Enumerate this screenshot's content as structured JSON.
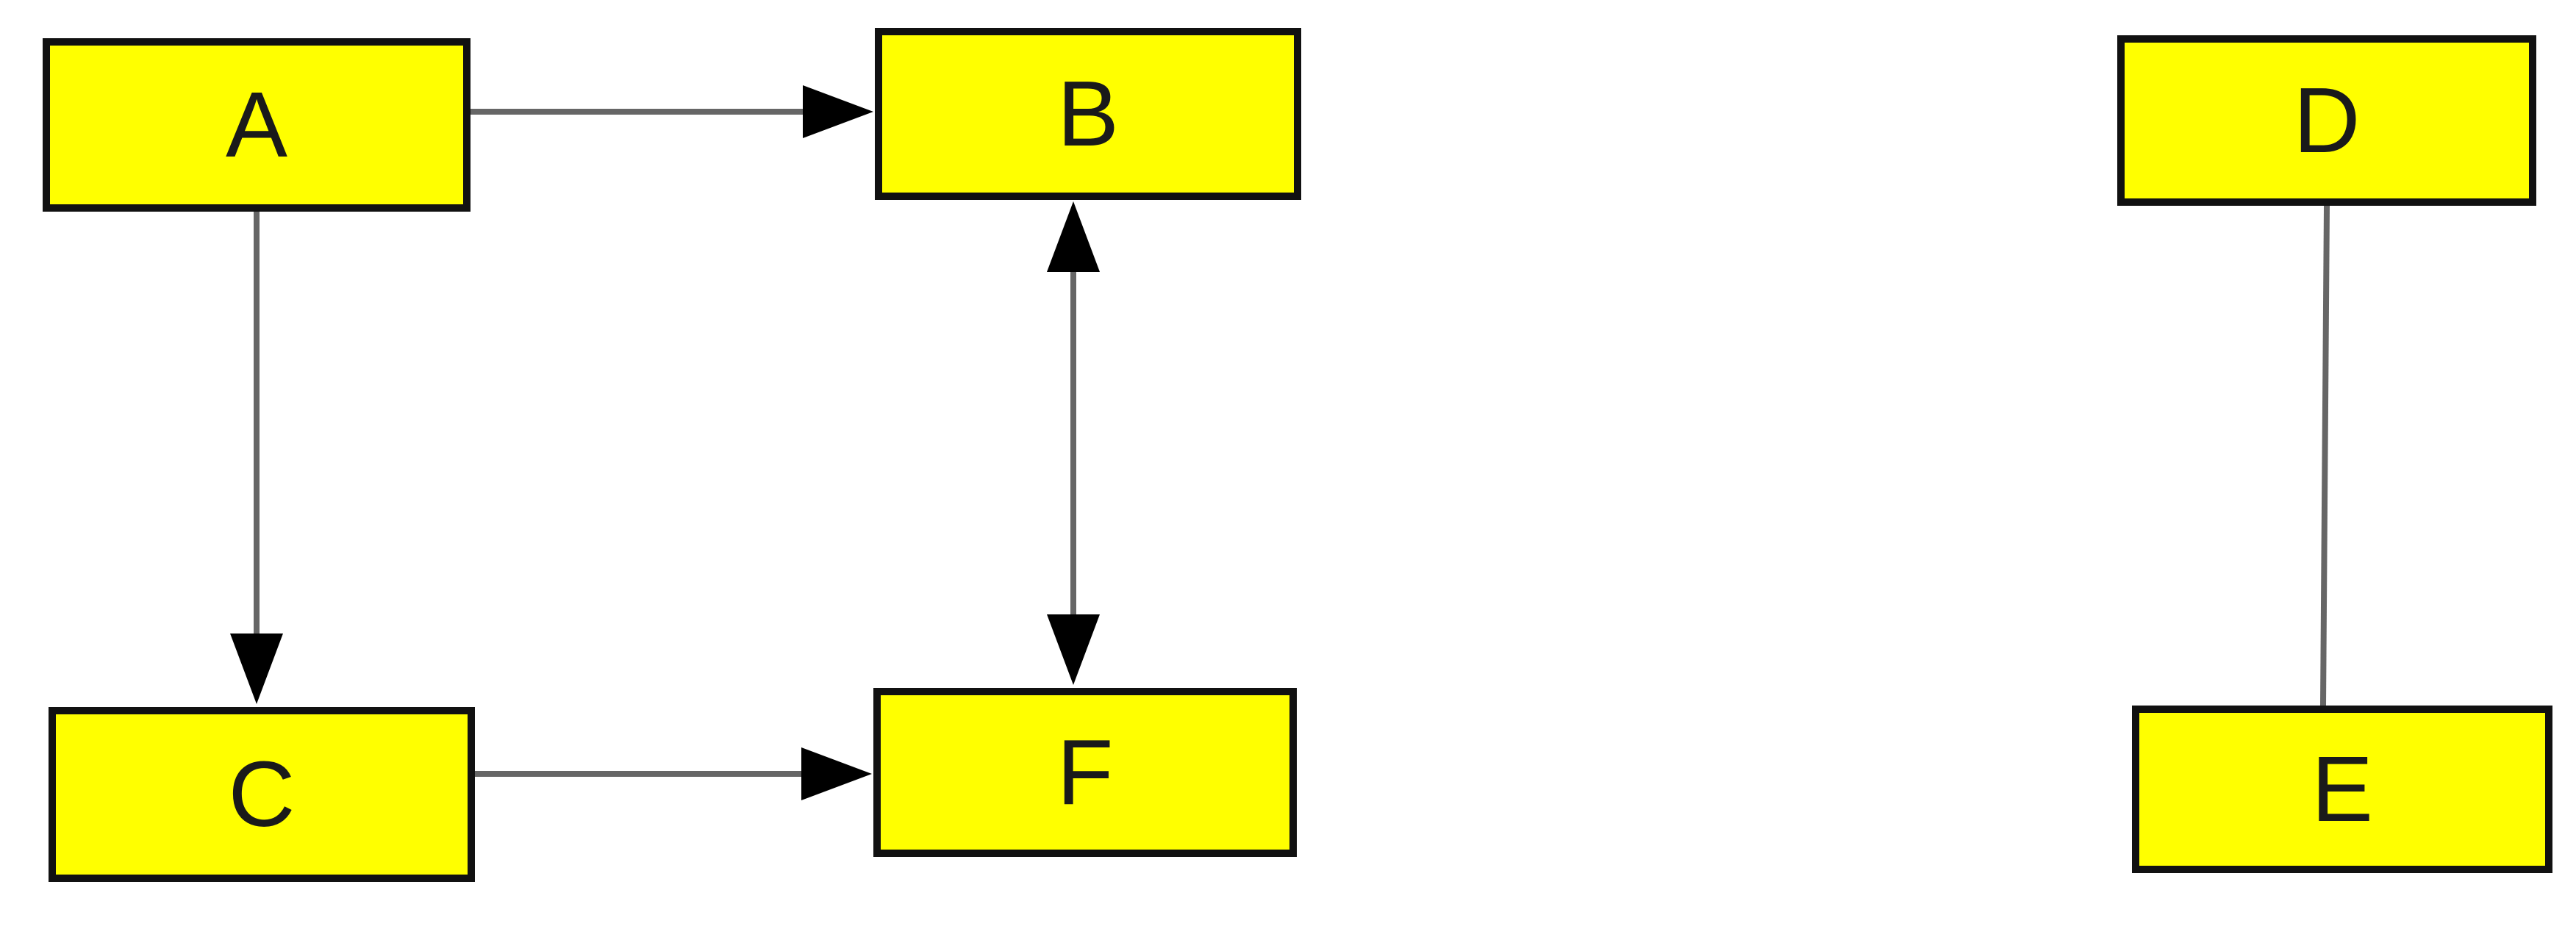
{
  "diagram": {
    "colors": {
      "background": "#ffffff",
      "node_fill": "#ffff00",
      "node_border": "#111111",
      "edge_line": "#666666",
      "arrowhead": "#000000"
    },
    "nodes": [
      {
        "id": "A",
        "label": "A"
      },
      {
        "id": "B",
        "label": "B"
      },
      {
        "id": "C",
        "label": "C"
      },
      {
        "id": "D",
        "label": "D"
      },
      {
        "id": "E",
        "label": "E"
      },
      {
        "id": "F",
        "label": "F"
      }
    ],
    "edges": [
      {
        "from": "A",
        "to": "B",
        "arrow": "forward"
      },
      {
        "from": "A",
        "to": "C",
        "arrow": "forward"
      },
      {
        "from": "C",
        "to": "F",
        "arrow": "forward"
      },
      {
        "from": "B",
        "to": "F",
        "arrow": "both"
      },
      {
        "from": "D",
        "to": "E",
        "arrow": "none"
      }
    ]
  }
}
